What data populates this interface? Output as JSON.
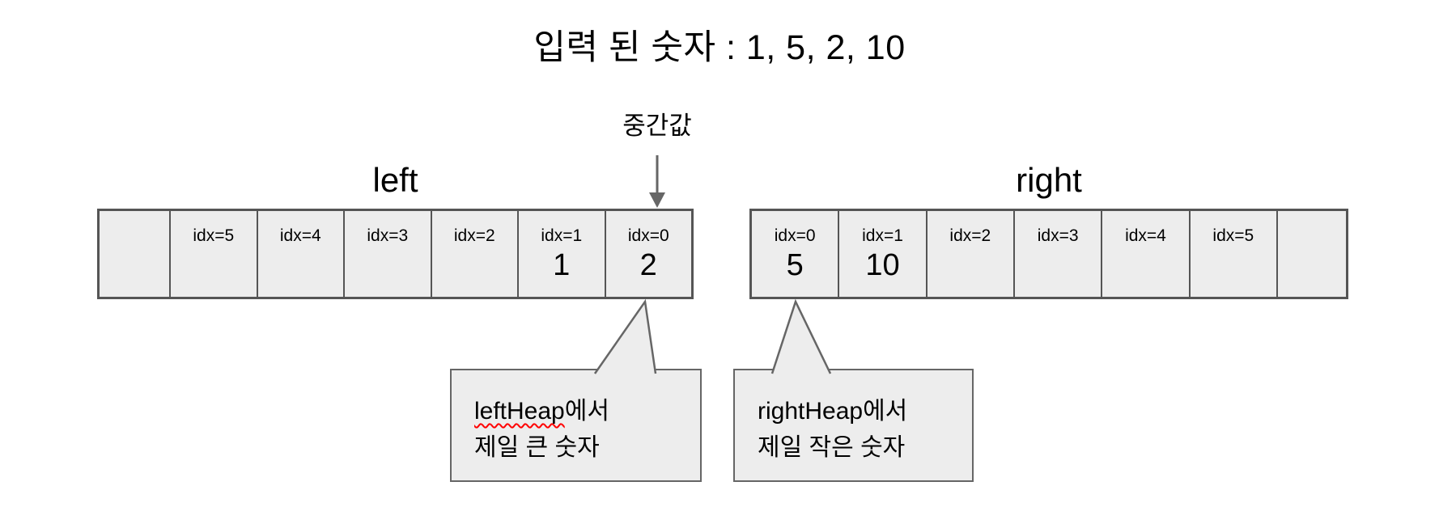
{
  "title": "입력 된 숫자 : 1, 5, 2, 10",
  "median_label": "중간값",
  "colors": {
    "cell_fill": "#ededed",
    "border": "#555555",
    "arrow": "#666666",
    "misspell_underline": "#ff0000"
  },
  "left_array": {
    "label": "left",
    "cells": [
      {
        "idx": "",
        "value": ""
      },
      {
        "idx": "idx=5",
        "value": ""
      },
      {
        "idx": "idx=4",
        "value": ""
      },
      {
        "idx": "idx=3",
        "value": ""
      },
      {
        "idx": "idx=2",
        "value": ""
      },
      {
        "idx": "idx=1",
        "value": "1"
      },
      {
        "idx": "idx=0",
        "value": "2"
      }
    ]
  },
  "right_array": {
    "label": "right",
    "cells": [
      {
        "idx": "idx=0",
        "value": "5"
      },
      {
        "idx": "idx=1",
        "value": "10"
      },
      {
        "idx": "idx=2",
        "value": ""
      },
      {
        "idx": "idx=3",
        "value": ""
      },
      {
        "idx": "idx=4",
        "value": ""
      },
      {
        "idx": "idx=5",
        "value": ""
      },
      {
        "idx": "",
        "value": ""
      }
    ]
  },
  "callouts": {
    "left": {
      "line1_highlight": "leftHeap",
      "line1_rest": "에서",
      "line2": "제일 큰 숫자"
    },
    "right": {
      "line1": "rightHeap에서",
      "line2": "제일 작은 숫자"
    }
  }
}
